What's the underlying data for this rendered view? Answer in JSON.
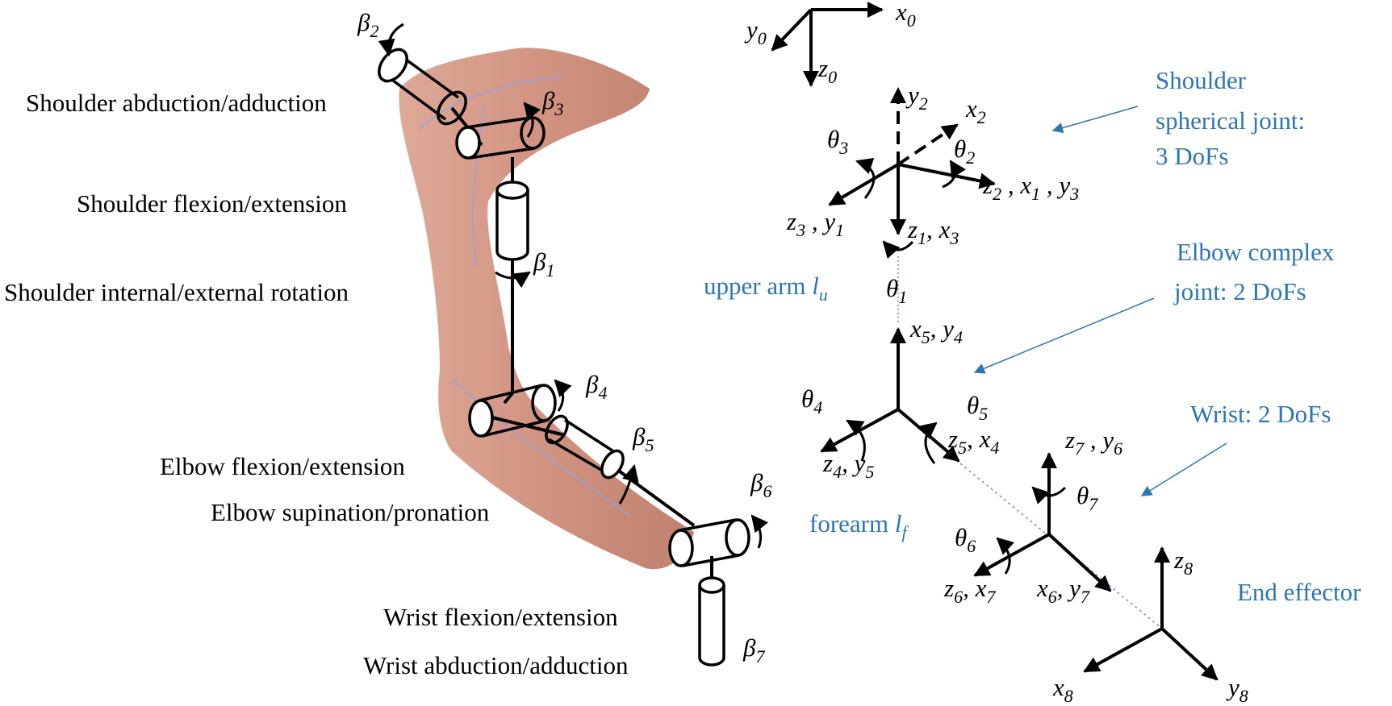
{
  "colors": {
    "accent_blue": "#2E75B6",
    "line": "#000000",
    "muscle": "#C97F6A"
  },
  "arm_labels": {
    "shoulder_abd": "Shoulder abduction/adduction",
    "shoulder_flex": "Shoulder flexion/extension",
    "shoulder_rot": "Shoulder internal/external rotation",
    "elbow_flex": "Elbow flexion/extension",
    "elbow_sup": "Elbow supination/pronation",
    "wrist_flex": "Wrist flexion/extension",
    "wrist_abd": "Wrist abduction/adduction"
  },
  "beta": {
    "sym": "β",
    "b1": "1",
    "b2": "2",
    "b3": "3",
    "b4": "4",
    "b5": "5",
    "b6": "6",
    "b7": "7"
  },
  "theta": {
    "sym": "θ",
    "t1": "1",
    "t2": "2",
    "t3": "3",
    "t4": "4",
    "t5": "5",
    "t6": "6",
    "t7": "7"
  },
  "joint_notes": {
    "shoulder": [
      "Shoulder",
      "spherical joint:",
      "3 DoFs"
    ],
    "elbow": [
      "Elbow complex",
      "joint: 2 DoFs"
    ],
    "wrist": "Wrist: 2 DoFs",
    "end_effector": "End effector"
  },
  "segments": {
    "upper_arm": "upper arm ",
    "upper_arm_sym": "l",
    "upper_arm_sub": "u",
    "forearm": "forearm ",
    "forearm_sym": "l",
    "forearm_sub": "f"
  },
  "axes": {
    "x": "x",
    "y": "y",
    "z": "z",
    "i0": "0",
    "i1": "1",
    "i2": "2",
    "i3": "3",
    "i4": "4",
    "i5": "5",
    "i6": "6",
    "i7": "7",
    "i8": "8",
    "sep_sp": " , ",
    "sep": ", "
  }
}
